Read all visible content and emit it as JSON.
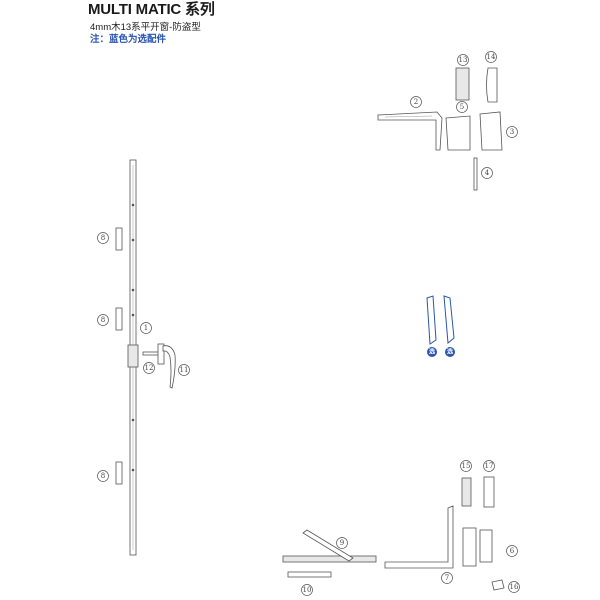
{
  "header": {
    "title": "MULTI MATIC 系列",
    "subtitle": "4mm木13系平开窗-防盗型",
    "note": "注：蓝色为选配件"
  },
  "callouts": {
    "c1": "1",
    "c2": "2",
    "c3": "3",
    "c4": "4",
    "c5": "5",
    "c6": "6",
    "c7": "7",
    "c8a": "8",
    "c8b": "8",
    "c8c": "8",
    "c9": "9",
    "c10": "10",
    "c11": "11",
    "c12": "12",
    "c13": "13",
    "c14": "14",
    "c15": "15",
    "c16": "16",
    "c17": "17"
  },
  "optional_badge": "选",
  "colors": {
    "optional": "#2a55b0",
    "line": "#555555"
  }
}
